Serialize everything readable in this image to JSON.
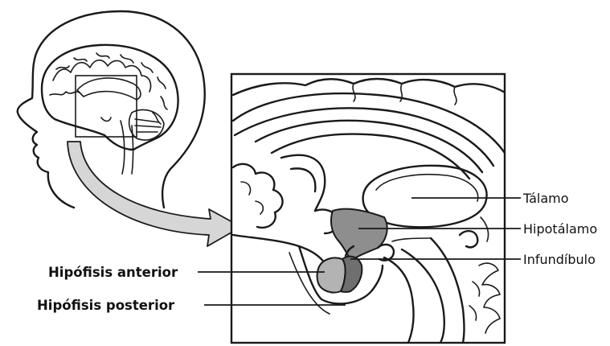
{
  "labels": {
    "talamo": "Tálamo",
    "hipotalamo": "Hipotálamo",
    "infundibulo": "Infundíbulo",
    "hipofisis_anterior": "Hipófisis anterior",
    "hipofisis_posterior": "Hipófisis posterior"
  },
  "colors": {
    "hypothalamus": "#8e8e8e",
    "anterior_pituitary": "#b3b3b3",
    "posterior_pituitary": "#6f6f6f",
    "arrow": "#d6d6d6",
    "line": "#1a1a1a"
  }
}
